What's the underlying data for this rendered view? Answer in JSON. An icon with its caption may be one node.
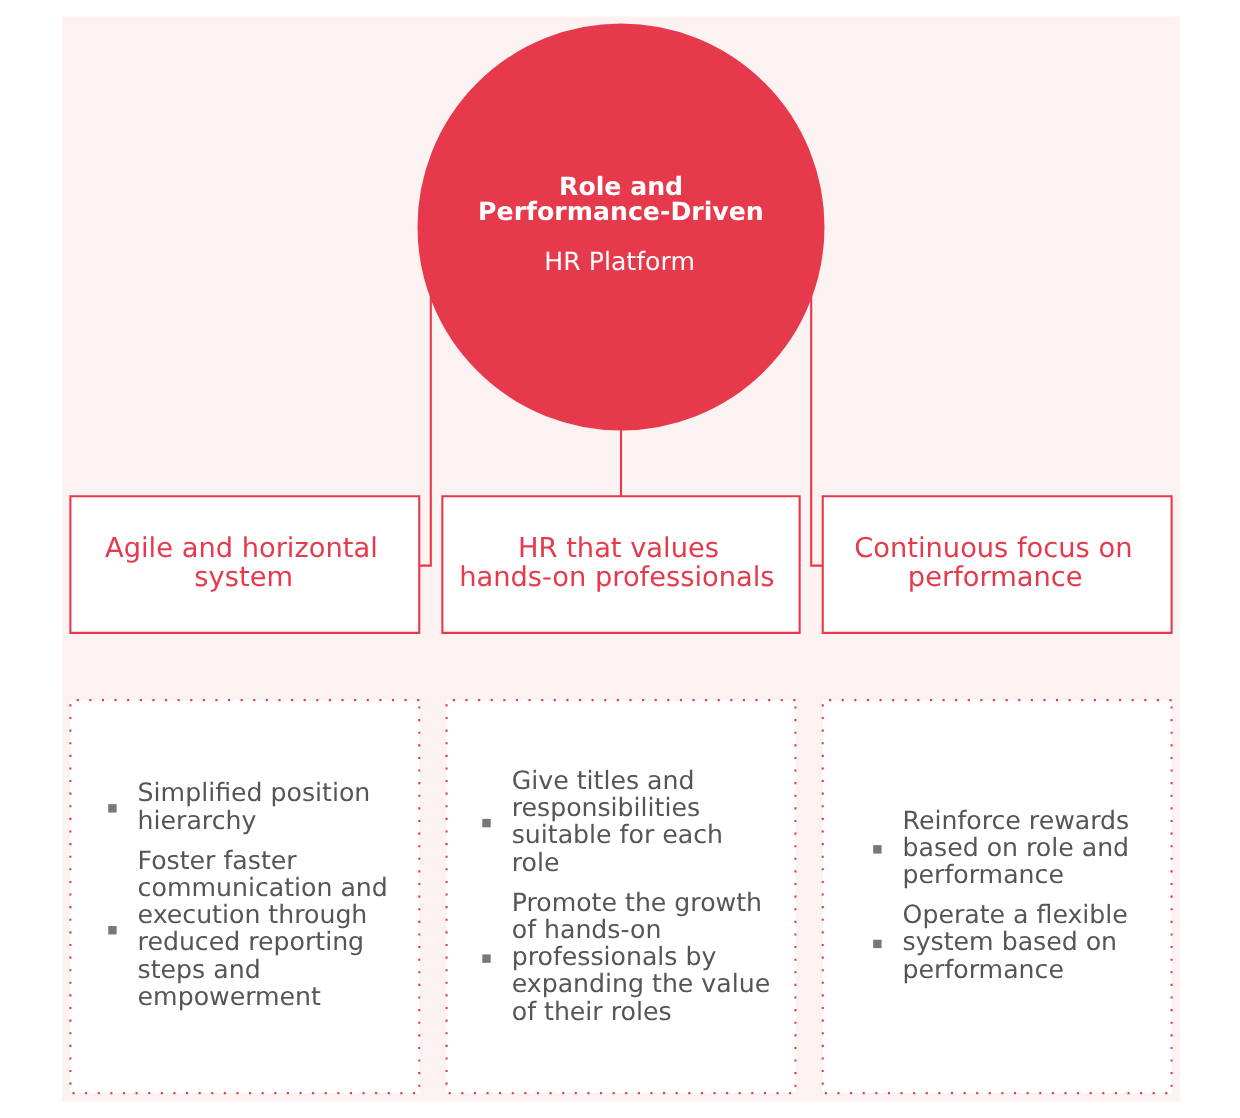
{
  "diagram": {
    "nodes": [
      {
        "text": [
          "Role and Performance-Driven",
          "HR Platform"
        ]
      },
      {
        "text": [
          "Agile and horizontal system"
        ]
      },
      {
        "text": [
          "HR that values hands-on professionals"
        ]
      },
      {
        "text": [
          "Continuous focus on performance"
        ]
      },
      {
        "text": [
          "Simplified position hierarchy",
          "Foster faster communication and execution through reduced reporting steps and empowerment"
        ]
      },
      {
        "text": [
          "Give titles and responsibilities suitable for each role",
          "Promote the growth of hands-on professionals by expanding the value of their roles"
        ]
      },
      {
        "text": [
          "Reinforce rewards based on role and performance",
          "Operate a flexible system based on performance"
        ]
      }
    ],
    "edges": [
      {
        "from": 0,
        "to": 1,
        "arrow": "none"
      },
      {
        "from": 0,
        "to": 2,
        "arrow": "none"
      },
      {
        "from": 0,
        "to": 3,
        "arrow": "none"
      }
    ]
  }
}
